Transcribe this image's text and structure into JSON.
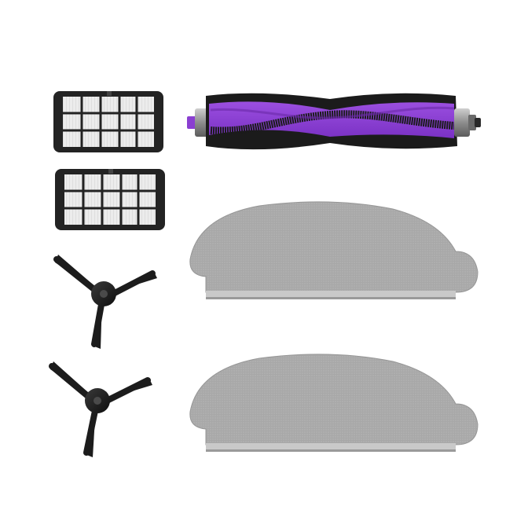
{
  "scene": {
    "background": "#ffffff",
    "items": [
      {
        "name": "hepa-filter",
        "count": 2,
        "frame_color": "#222222",
        "mesh_color": "#e8e8e8"
      },
      {
        "name": "main-roller-brush",
        "count": 1,
        "accent_color": "#8a3fd1",
        "bristle_color": "#1b1b1b"
      },
      {
        "name": "side-brush",
        "count": 2,
        "color": "#1c1c1c"
      },
      {
        "name": "mop-pad",
        "count": 2,
        "fabric_color": "#a9a9a9",
        "backing_color": "#c9c9c9"
      }
    ]
  }
}
